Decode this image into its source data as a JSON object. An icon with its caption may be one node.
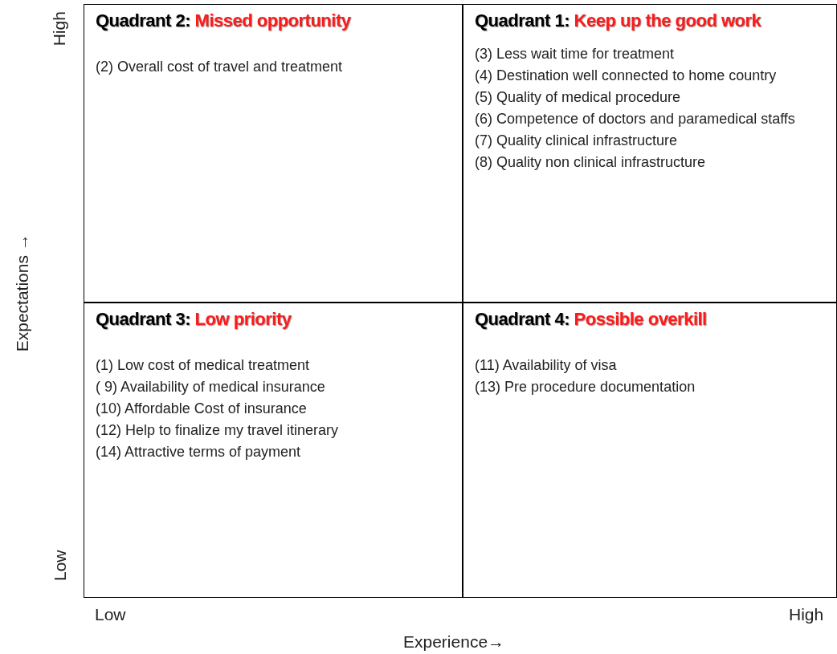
{
  "diagram": {
    "nodes": [
      {
        "text": [
          "Quadrant 2:",
          "Missed opportunity",
          "(2) Overall cost of travel and treatment"
        ]
      },
      {
        "text": [
          "Quadrant 1:",
          "Keep up the good work",
          "(3) Less wait time for treatment",
          "(4) Destination well connected to home country",
          "(5) Quality of medical procedure",
          "(6) Competence of doctors and paramedical staffs",
          "(7) Quality clinical infrastructure",
          "(8) Quality non clinical infrastructure"
        ]
      },
      {
        "text": [
          "Quadrant 3:",
          "Low priority",
          "(1) Low cost of medical treatment",
          "( 9) Availability of medical insurance",
          "(10) Affordable Cost of insurance",
          "(12) Help to finalize my travel itinerary",
          "(14) Attractive terms of payment"
        ]
      },
      {
        "text": [
          "Quadrant 4:",
          "Possible overkill",
          "(11) Availability of visa",
          "(13) Pre procedure documentation"
        ]
      }
    ],
    "labels": [
      "High",
      "Expectations →",
      "Low",
      "Low",
      "High",
      "Experience→"
    ]
  }
}
